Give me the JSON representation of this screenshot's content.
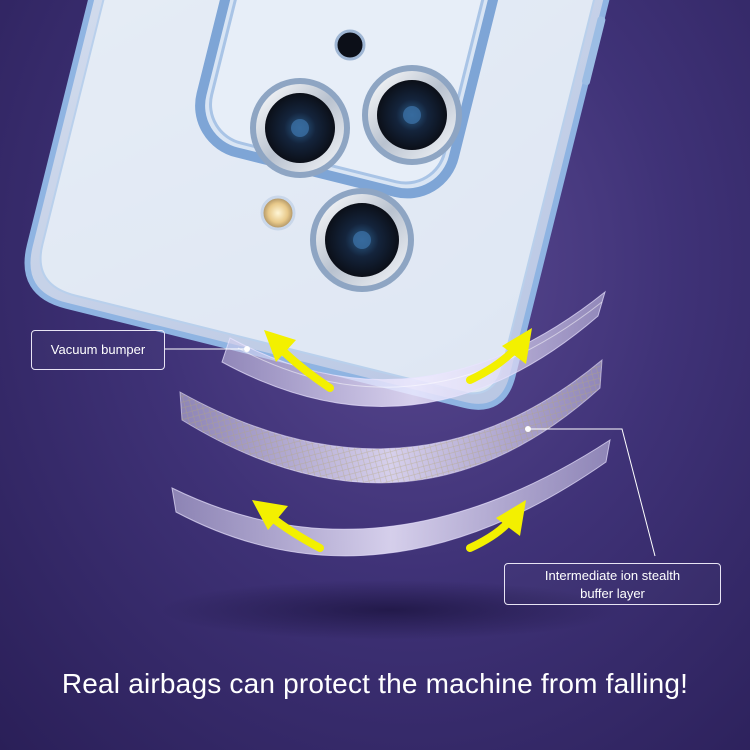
{
  "callouts": {
    "vacuum_bumper": "Vacuum bumper",
    "intermediate_line1": "Intermediate ion stealth",
    "intermediate_line2": "buffer layer"
  },
  "tagline": "Real airbags can protect the machine from falling!",
  "colors": {
    "background": "#3f3277",
    "arrow": "#f3f000",
    "text": "#ffffff",
    "case_edge": "#8fb4e2"
  }
}
